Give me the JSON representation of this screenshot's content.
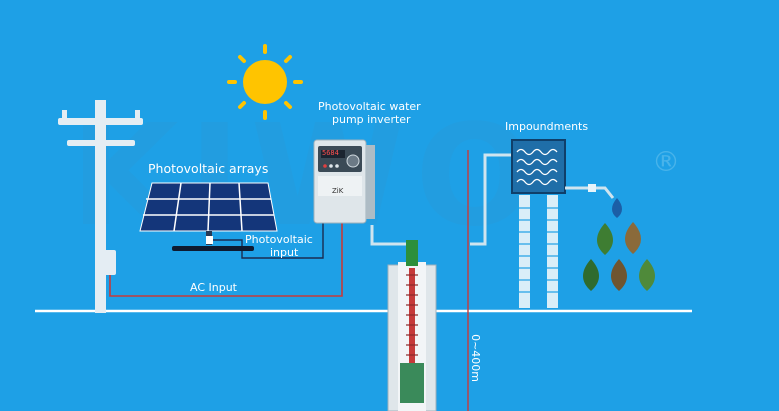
{
  "watermark": "KIWO",
  "registered_mark": "®",
  "labels": {
    "photovoltaic_arrays": "Photovoltaic arrays",
    "inverter_line1": "Photovoltaic water",
    "inverter_line2": "pump inverter",
    "impoundments": "Impoundments",
    "pv_input_line1": "Photovoltaic",
    "pv_input_line2": "input",
    "ac_input": "AC Input",
    "depth": "0~400m"
  },
  "inverter_brand": "ZiK",
  "inverter_display": "5684",
  "icons": [
    "sun-icon",
    "utility-pole-icon",
    "solar-panel-icon",
    "inverter-icon",
    "water-tower-icon",
    "water-drop-icon",
    "borehole-pump-icon"
  ],
  "colors": {
    "background": "#1ea0e6",
    "sun": "#ffc400",
    "panel": "#14367a",
    "wire": "#c63a3a",
    "pipe": "#cfe4ef",
    "ground": "#ffffff"
  }
}
